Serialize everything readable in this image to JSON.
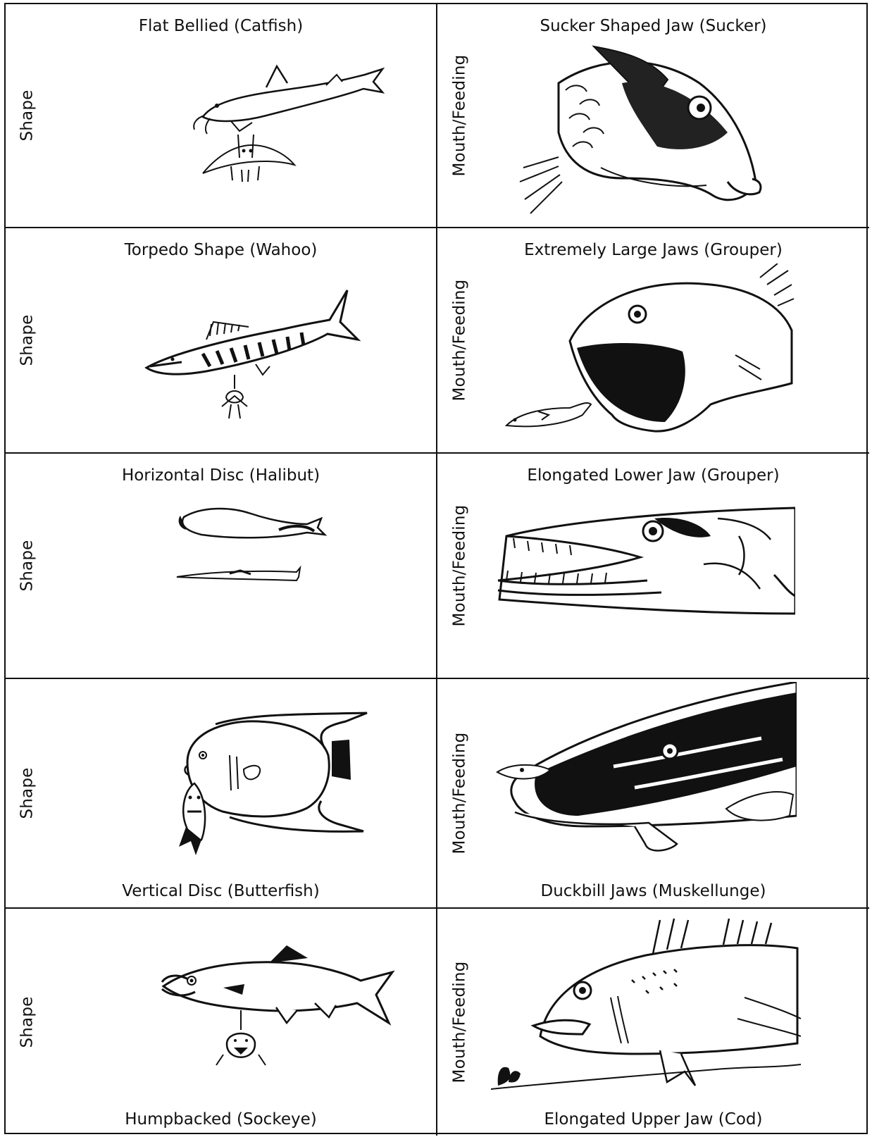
{
  "cells": [
    {
      "side": "Shape",
      "caption": "Flat Bellied (Catfish)",
      "caption_pos": "top",
      "art": "catfish-drawing"
    },
    {
      "side": "Mouth/Feeding",
      "caption": "Sucker Shaped Jaw (Sucker)",
      "caption_pos": "top",
      "art": "sucker-drawing"
    },
    {
      "side": "Shape",
      "caption": "Torpedo Shape (Wahoo)",
      "caption_pos": "top",
      "art": "wahoo-drawing"
    },
    {
      "side": "Mouth/Feeding",
      "caption": "Extremely Large Jaws (Grouper)",
      "caption_pos": "top",
      "art": "grouper-drawing"
    },
    {
      "side": "Shape",
      "caption": "Horizontal Disc (Halibut)",
      "caption_pos": "top",
      "art": "halibut-drawing"
    },
    {
      "side": "Mouth/Feeding",
      "caption": "Elongated Lower Jaw (Grouper)",
      "caption_pos": "top",
      "art": "barracuda-drawing"
    },
    {
      "side": "Shape",
      "caption": "Vertical Disc (Butterfish)",
      "caption_pos": "bottom",
      "art": "butterfish-drawing"
    },
    {
      "side": "Mouth/Feeding",
      "caption": "Duckbill Jaws (Muskellunge)",
      "caption_pos": "bottom",
      "art": "muskellunge-drawing"
    },
    {
      "side": "Shape",
      "caption": "Humpbacked (Sockeye)",
      "caption_pos": "bottom",
      "art": "sockeye-drawing"
    },
    {
      "side": "Mouth/Feeding",
      "caption": "Elongated Upper Jaw (Cod)",
      "caption_pos": "bottom",
      "art": "cod-drawing"
    }
  ]
}
